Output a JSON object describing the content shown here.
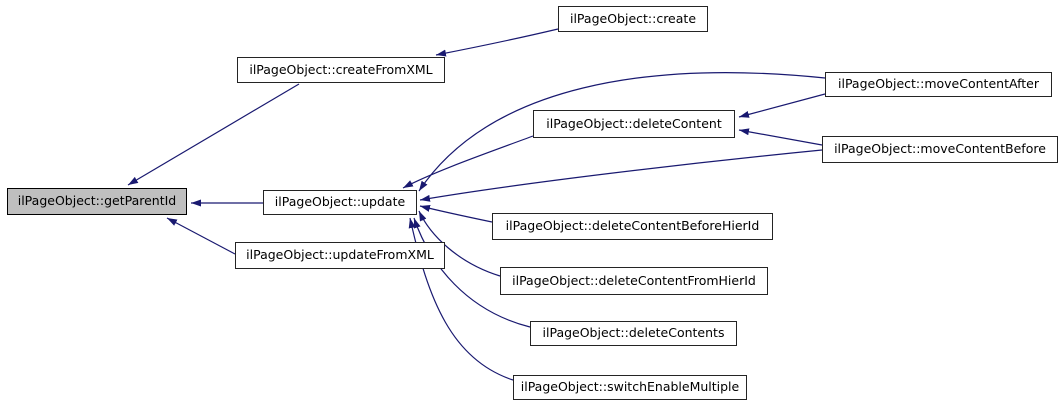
{
  "diagram": {
    "type": "call-graph",
    "colors": {
      "background": "#ffffff",
      "edge": "#191970",
      "node_border": "#242424",
      "node_fill": "#ffffff",
      "highlight_fill": "#bfbfbf",
      "text": "#000000"
    },
    "nodes": [
      {
        "id": "getParentId",
        "label": "ilPageObject::getParentId",
        "highlighted": true
      },
      {
        "id": "create",
        "label": "ilPageObject::create",
        "highlighted": false
      },
      {
        "id": "createFromXML",
        "label": "ilPageObject::createFromXML",
        "highlighted": false
      },
      {
        "id": "update",
        "label": "ilPageObject::update",
        "highlighted": false
      },
      {
        "id": "updateFromXML",
        "label": "ilPageObject::updateFromXML",
        "highlighted": false
      },
      {
        "id": "deleteContent",
        "label": "ilPageObject::deleteContent",
        "highlighted": false
      },
      {
        "id": "moveContentAfter",
        "label": "ilPageObject::moveContentAfter",
        "highlighted": false
      },
      {
        "id": "moveContentBefore",
        "label": "ilPageObject::moveContentBefore",
        "highlighted": false
      },
      {
        "id": "deleteContentBeforeHierId",
        "label": "ilPageObject::deleteContentBeforeHierId",
        "highlighted": false
      },
      {
        "id": "deleteContentFromHierId",
        "label": "ilPageObject::deleteContentFromHierId",
        "highlighted": false
      },
      {
        "id": "deleteContents",
        "label": "ilPageObject::deleteContents",
        "highlighted": false
      },
      {
        "id": "switchEnableMultiple",
        "label": "ilPageObject::switchEnableMultiple",
        "highlighted": false
      }
    ],
    "edges": [
      {
        "from": "create",
        "to": "createFromXML"
      },
      {
        "from": "createFromXML",
        "to": "getParentId"
      },
      {
        "from": "update",
        "to": "getParentId"
      },
      {
        "from": "updateFromXML",
        "to": "getParentId"
      },
      {
        "from": "deleteContent",
        "to": "update"
      },
      {
        "from": "moveContentAfter",
        "to": "update"
      },
      {
        "from": "moveContentBefore",
        "to": "update"
      },
      {
        "from": "moveContentAfter",
        "to": "deleteContent"
      },
      {
        "from": "moveContentBefore",
        "to": "deleteContent"
      },
      {
        "from": "deleteContentBeforeHierId",
        "to": "update"
      },
      {
        "from": "deleteContentFromHierId",
        "to": "update"
      },
      {
        "from": "deleteContents",
        "to": "update"
      },
      {
        "from": "switchEnableMultiple",
        "to": "update"
      }
    ]
  }
}
